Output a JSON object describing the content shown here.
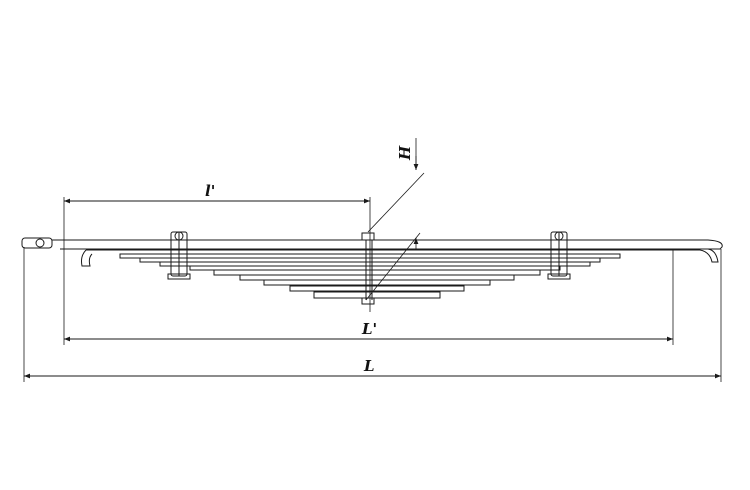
{
  "labels": {
    "H": "H",
    "l_prime": "l'",
    "L_prime": "L'",
    "L": "L"
  },
  "colors": {
    "line": "#1a1a1a",
    "background": "#ffffff"
  }
}
